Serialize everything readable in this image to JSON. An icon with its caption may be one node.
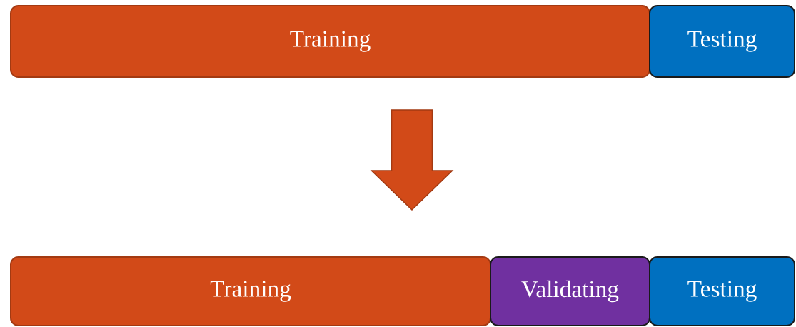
{
  "diagram": {
    "nodes": [
      {
        "text": [
          "Training"
        ]
      },
      {
        "text": [
          "Testing"
        ]
      },
      {
        "text": [
          "Training"
        ]
      },
      {
        "text": [
          "Validating"
        ]
      },
      {
        "text": [
          "Testing"
        ]
      }
    ],
    "edges": [
      {
        "from": 0,
        "to": 2,
        "arrow": "to"
      }
    ]
  }
}
